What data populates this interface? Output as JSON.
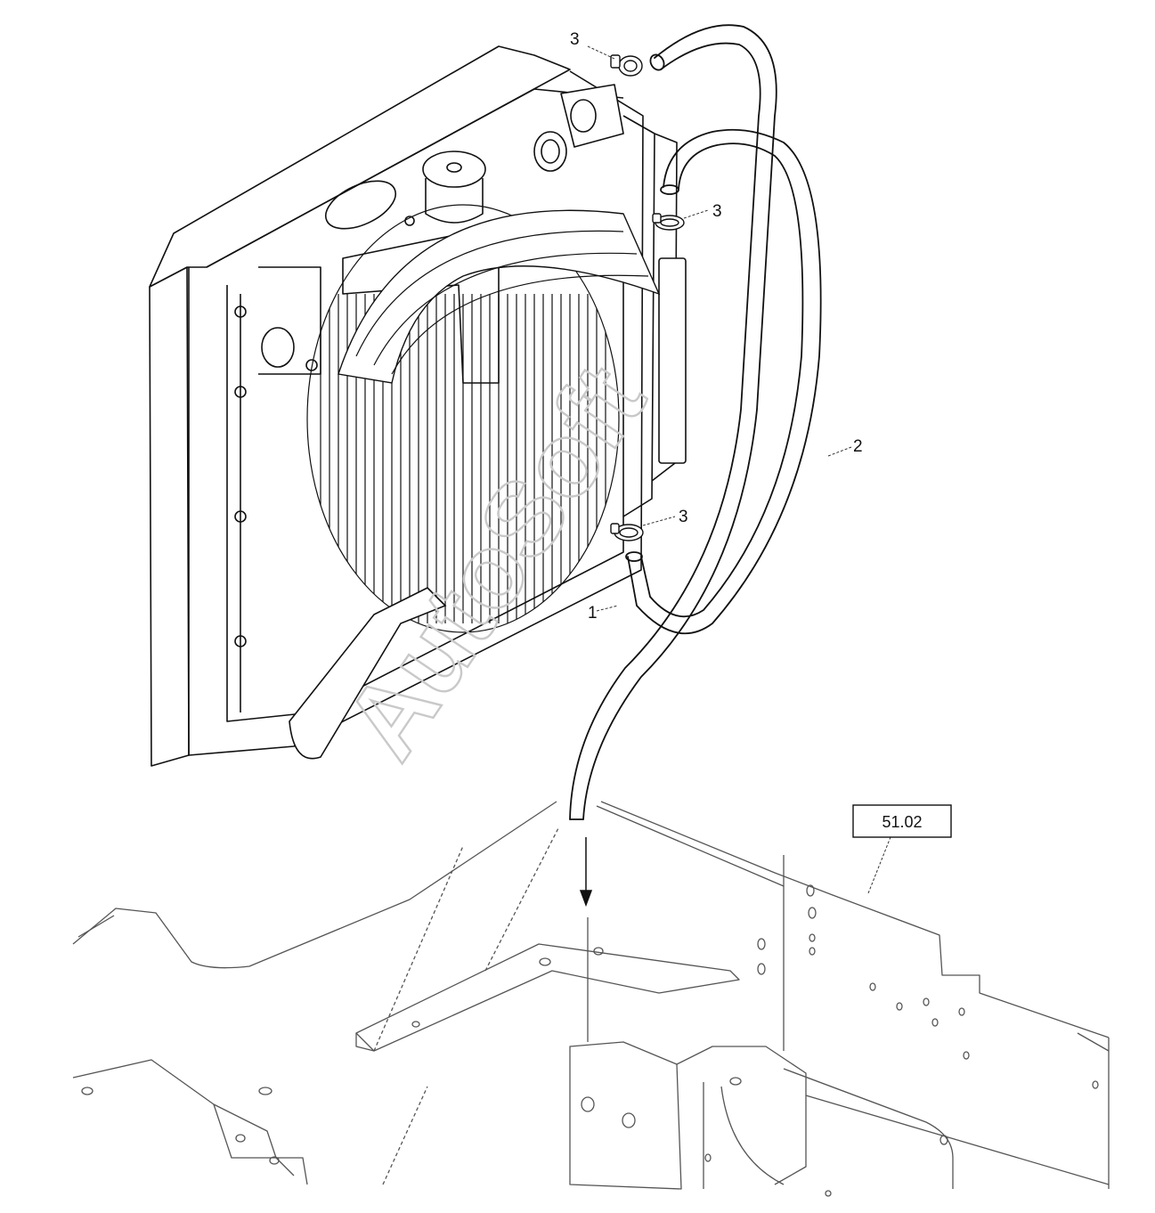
{
  "callouts": {
    "c1": "1",
    "c2": "2",
    "c3a": "3",
    "c3b": "3",
    "c3c": "3"
  },
  "reference_box": "51.02",
  "watermark": "AutoSoft",
  "colors": {
    "line": "#111111",
    "frame_line": "#555555",
    "watermark": "#c9c9c9",
    "background": "#ffffff"
  }
}
